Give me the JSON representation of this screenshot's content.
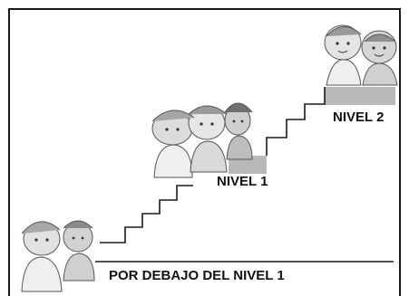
{
  "labels": {
    "level2": "NIVEL 2",
    "level1": "NIVEL 1",
    "below": "POR DEBAJO DEL NIVEL 1"
  },
  "colors": {
    "line": "#1a1a1a",
    "platform": "#b8b8b8",
    "figure": "#d9d9d9",
    "figure_dark": "#8c8c8c"
  },
  "icons": [
    "children-group-icon",
    "children-group-icon",
    "children-pair-icon"
  ]
}
